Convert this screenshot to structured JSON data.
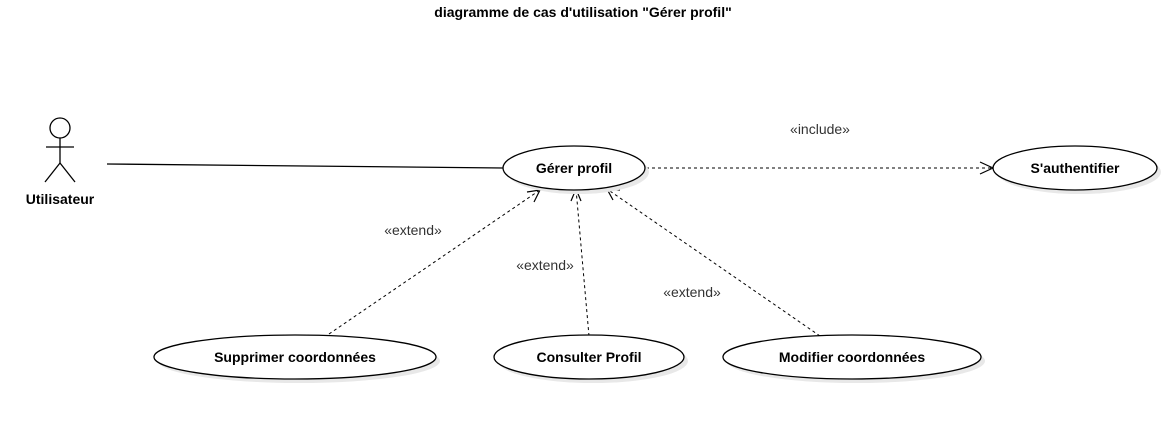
{
  "diagram": {
    "title": "diagramme de cas d'utilisation \"Gérer profil\"",
    "actor": {
      "label": "Utilisateur"
    },
    "use_cases": {
      "gerer_profil": {
        "label": "Gérer profil"
      },
      "authentifier": {
        "label": "S'authentifier",
        "color": "#009900"
      },
      "supprimer": {
        "label": "Supprimer coordonnées"
      },
      "consulter": {
        "label": "Consulter Profil"
      },
      "modifier": {
        "label": "Modifier coordonnées"
      }
    },
    "relations": {
      "include": {
        "label": "«include»"
      },
      "extend_supprimer": {
        "label": "«extend»"
      },
      "extend_consulter": {
        "label": "«extend»"
      },
      "extend_modifier": {
        "label": "«extend»"
      }
    }
  }
}
